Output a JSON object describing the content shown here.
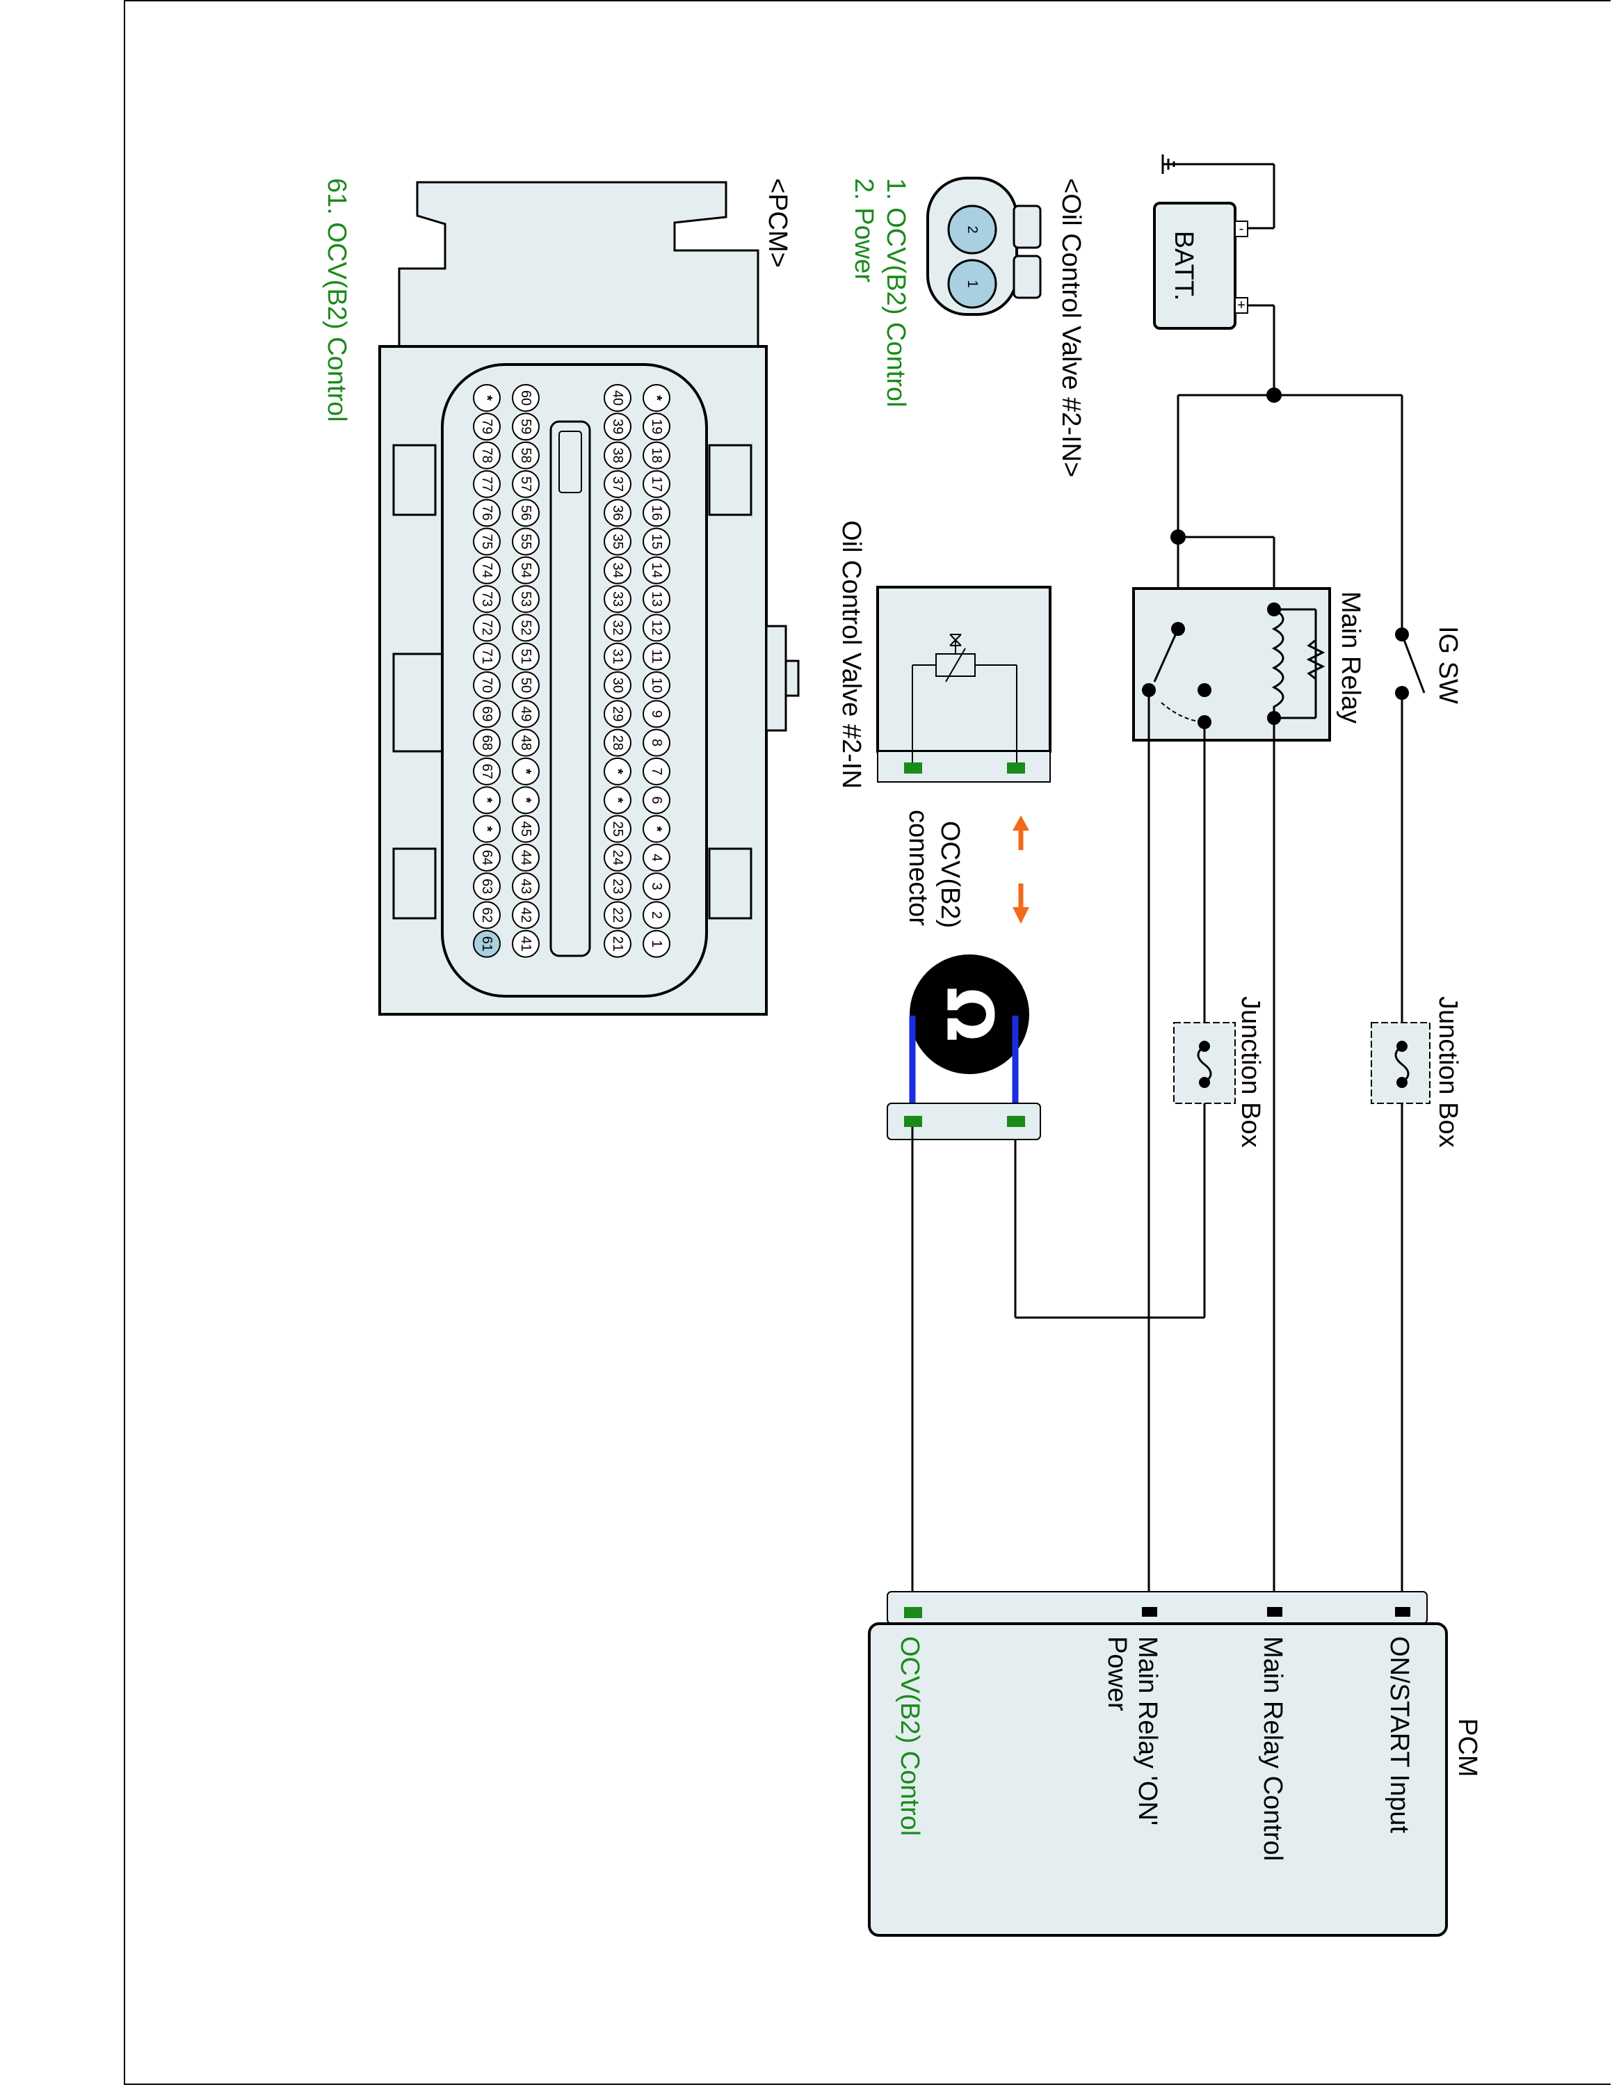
{
  "labels": {
    "batt": "BATT.",
    "ig_sw": "IG SW",
    "main_relay": "Main Relay",
    "junction_box_1": "Junction Box",
    "junction_box_2": "Junction Box",
    "ocv_component": "Oil Control Valve #2-IN",
    "ocv_connector_line1": "OCV(B2)",
    "ocv_connector_line2": "connector",
    "pcm_box": "PCM",
    "pcm_pin_on_start": "ON/START Input",
    "pcm_pin_main_relay_control": "Main Relay Control",
    "pcm_pin_main_relay_on_line1": "Main Relay 'ON'",
    "pcm_pin_main_relay_on_line2": "Power",
    "pcm_pin_ocv_control": "OCV(B2) Control",
    "connector_title": "<Oil Control Valve #2-IN>",
    "connector_pin1": "1. OCV(B2) Control",
    "connector_pin2": "2. Power",
    "connector_num1": "1",
    "connector_num2": "2",
    "pcm_connector_title": "<PCM>",
    "pcm_connector_pin": "61. OCV(B2) Control",
    "batt_minus": "-",
    "batt_plus": "+",
    "ohm_symbol": "Ω"
  },
  "pcm_connector": {
    "row1": [
      "*",
      "19",
      "18",
      "17",
      "16",
      "15",
      "14",
      "13",
      "12",
      "11",
      "10",
      "9",
      "8",
      "7",
      "6",
      "*",
      "4",
      "3",
      "2",
      "1"
    ],
    "row2": [
      "40",
      "39",
      "38",
      "37",
      "36",
      "35",
      "34",
      "33",
      "32",
      "31",
      "30",
      "29",
      "28",
      "*",
      "*",
      "25",
      "24",
      "23",
      "22",
      "21"
    ],
    "row3": [
      "60",
      "59",
      "58",
      "57",
      "56",
      "55",
      "54",
      "53",
      "52",
      "51",
      "50",
      "49",
      "48",
      "*",
      "*",
      "45",
      "44",
      "43",
      "42",
      "41"
    ],
    "row4": [
      "*",
      "79",
      "78",
      "77",
      "76",
      "75",
      "74",
      "73",
      "72",
      "71",
      "70",
      "69",
      "68",
      "67",
      "*",
      "*",
      "64",
      "63",
      "62",
      "61"
    ],
    "highlighted_pin": "61"
  },
  "colors": {
    "green_text": "#1a8a1a",
    "green_terminal": "#1a8a1a",
    "meter_lead": "#1a2ee0",
    "arrow": "#f26a1b",
    "fill": "#e4eef0",
    "pin_highlight": "#a9d0e0"
  },
  "icons": {
    "meter": "ohmmeter-icon",
    "arrow": "double-arrow-icon",
    "ground": "ground-icon"
  }
}
